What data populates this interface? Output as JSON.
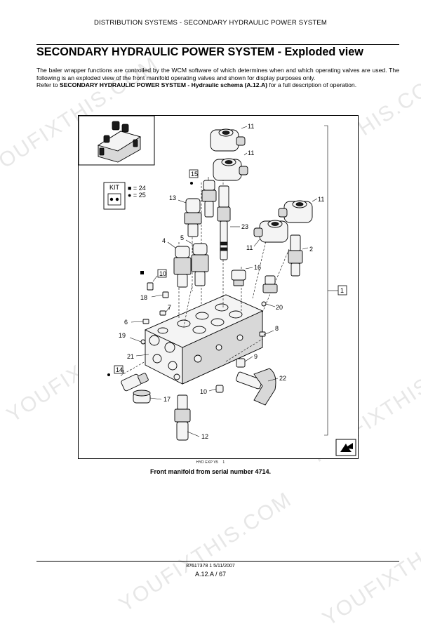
{
  "header": {
    "section": "DISTRIBUTION SYSTEMS - SECONDARY HYDRAULIC POWER SYSTEM"
  },
  "title": "SECONDARY HYDRAULIC POWER SYSTEM - Exploded view",
  "intro": {
    "paragraph1": "The baler wrapper functions are controlled by the WCM software of which determines when and which operating valves are used. The following is an exploded view of the front manifold operating valves and shown for display purposes only.",
    "ref_prefix": "Refer to ",
    "ref_bold": "SECONDARY HYDRAULIC POWER SYSTEM - Hydraulic schema (A.12.A)",
    "ref_suffix": " for a full description of operation."
  },
  "figure": {
    "kit": {
      "label": "KIT",
      "items": [
        "■ = 24",
        "● = 25"
      ]
    },
    "callouts": [
      "11",
      "11",
      "15",
      "13",
      "11",
      "5",
      "4",
      "23",
      "11",
      "2",
      "16",
      "10",
      "18",
      "7",
      "20",
      "1",
      "6",
      "8",
      "19",
      "21",
      "9",
      "14",
      "22",
      "10",
      "17",
      "12"
    ],
    "ref_code": "HYD EXP V5",
    "ref_number": "1",
    "caption": "Front manifold from serial number 4714."
  },
  "footer": {
    "doc_code": "87617378 1 5/11/2007",
    "page": "A.12.A / 67"
  },
  "watermark": "YOUFIXTHIS.COM"
}
